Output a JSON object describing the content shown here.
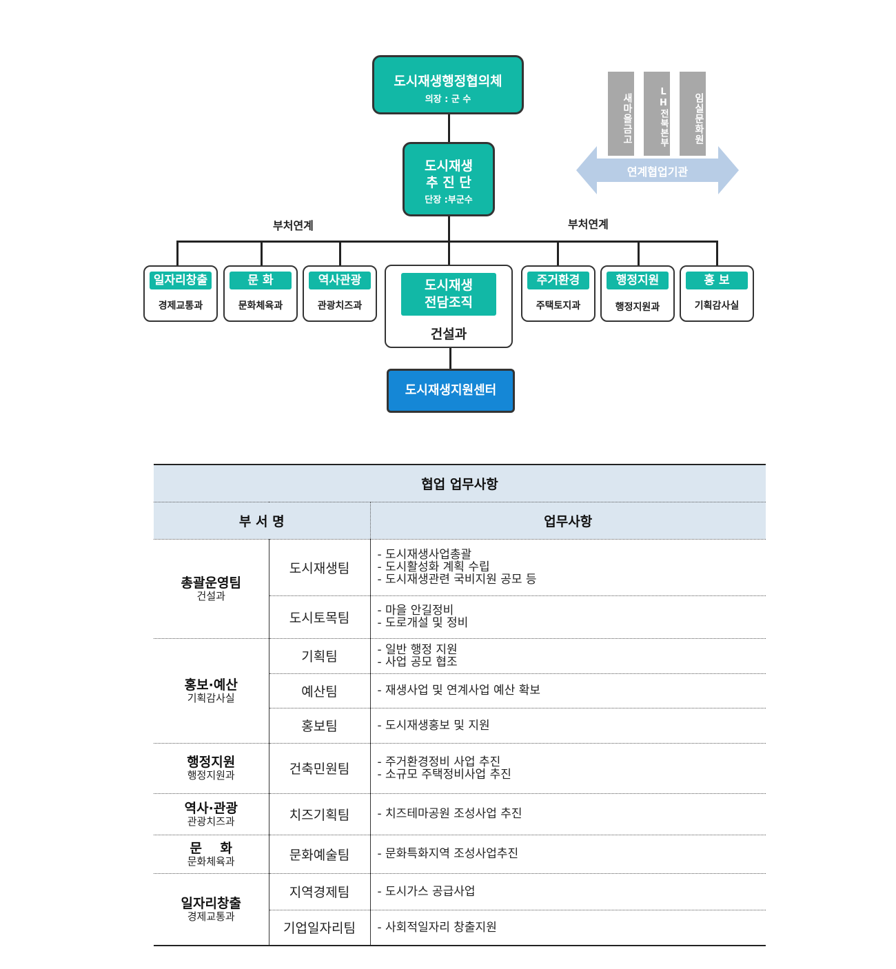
{
  "org_chart": {
    "council": {
      "title": "도시재생행정협의체",
      "subtitle": "의장 : 군 수"
    },
    "promotion": {
      "title_line1": "도시재생",
      "title_line2": "추 진 단",
      "subtitle": "단장 :부군수"
    },
    "link_label_left": "부처연계",
    "link_label_right": "부처연계",
    "partners": {
      "pillars": [
        "새마을금고",
        "LH전북본부",
        "임실문화원"
      ],
      "arrow_label": "연계협업기관"
    },
    "departments": [
      {
        "chip": "일자리창출",
        "name": "경제교통과"
      },
      {
        "chip": "문 화",
        "name": "문화체육과"
      },
      {
        "chip": "역사관광",
        "name": "관광치즈과"
      },
      {
        "chip": "주거환경",
        "name": "주택토지과"
      },
      {
        "chip": "행정지원",
        "name": "행정지원과"
      },
      {
        "chip": "홍 보",
        "name": "기획감사실"
      }
    ],
    "center_dept": {
      "chip_line1": "도시재생",
      "chip_line2": "전담조직",
      "name": "건설과"
    },
    "support_center": "도시재생지원센터",
    "colors": {
      "teal": "#12b8a6",
      "blue": "#1587d6",
      "arrow": "#b8cde6",
      "pillar": "#a8a8a8"
    }
  },
  "table": {
    "title": "협업 업무사항",
    "col_dept": "부 서 명",
    "col_tasks": "업무사항",
    "groups": [
      {
        "main": "총괄운영팀",
        "sub": "건설과"
      },
      {
        "main": "홍보·예산",
        "sub": "기획감사실"
      },
      {
        "main": "행정지원",
        "sub": "행정지원과"
      },
      {
        "main": "역사·관광",
        "sub": "관광치즈과"
      },
      {
        "main": "문    화",
        "sub": "문화체육과"
      },
      {
        "main": "일자리창출",
        "sub": "경제교통과"
      }
    ],
    "rows": [
      {
        "team": "도시재생팀",
        "tasks": [
          "- 도시재생사업총괄",
          "- 도시활성화 계획 수립",
          "- 도시재생관련 국비지원 공모 등"
        ]
      },
      {
        "team": "도시토목팀",
        "tasks": [
          "- 마을 안길정비",
          "- 도로개설 및 정비"
        ]
      },
      {
        "team": "기획팀",
        "tasks": [
          "- 일반 행정 지원",
          "- 사업 공모 협조"
        ]
      },
      {
        "team": "예산팀",
        "tasks": [
          "- 재생사업 및 연계사업 예산 확보"
        ]
      },
      {
        "team": "홍보팀",
        "tasks": [
          "- 도시재생홍보 및 지원"
        ]
      },
      {
        "team": "건축민원팀",
        "tasks": [
          "- 주거환경정비 사업 추진",
          "- 소규모 주택정비사업 추진"
        ]
      },
      {
        "team": "치즈기획팀",
        "tasks": [
          "- 치즈테마공원 조성사업 추진"
        ]
      },
      {
        "team": "문화예술팀",
        "tasks": [
          "- 문화특화지역 조성사업추진"
        ]
      },
      {
        "team": "지역경제팀",
        "tasks": [
          "- 도시가스 공급사업"
        ]
      },
      {
        "team": "기업일자리팀",
        "tasks": [
          "- 사회적일자리 창출지원"
        ]
      }
    ]
  }
}
